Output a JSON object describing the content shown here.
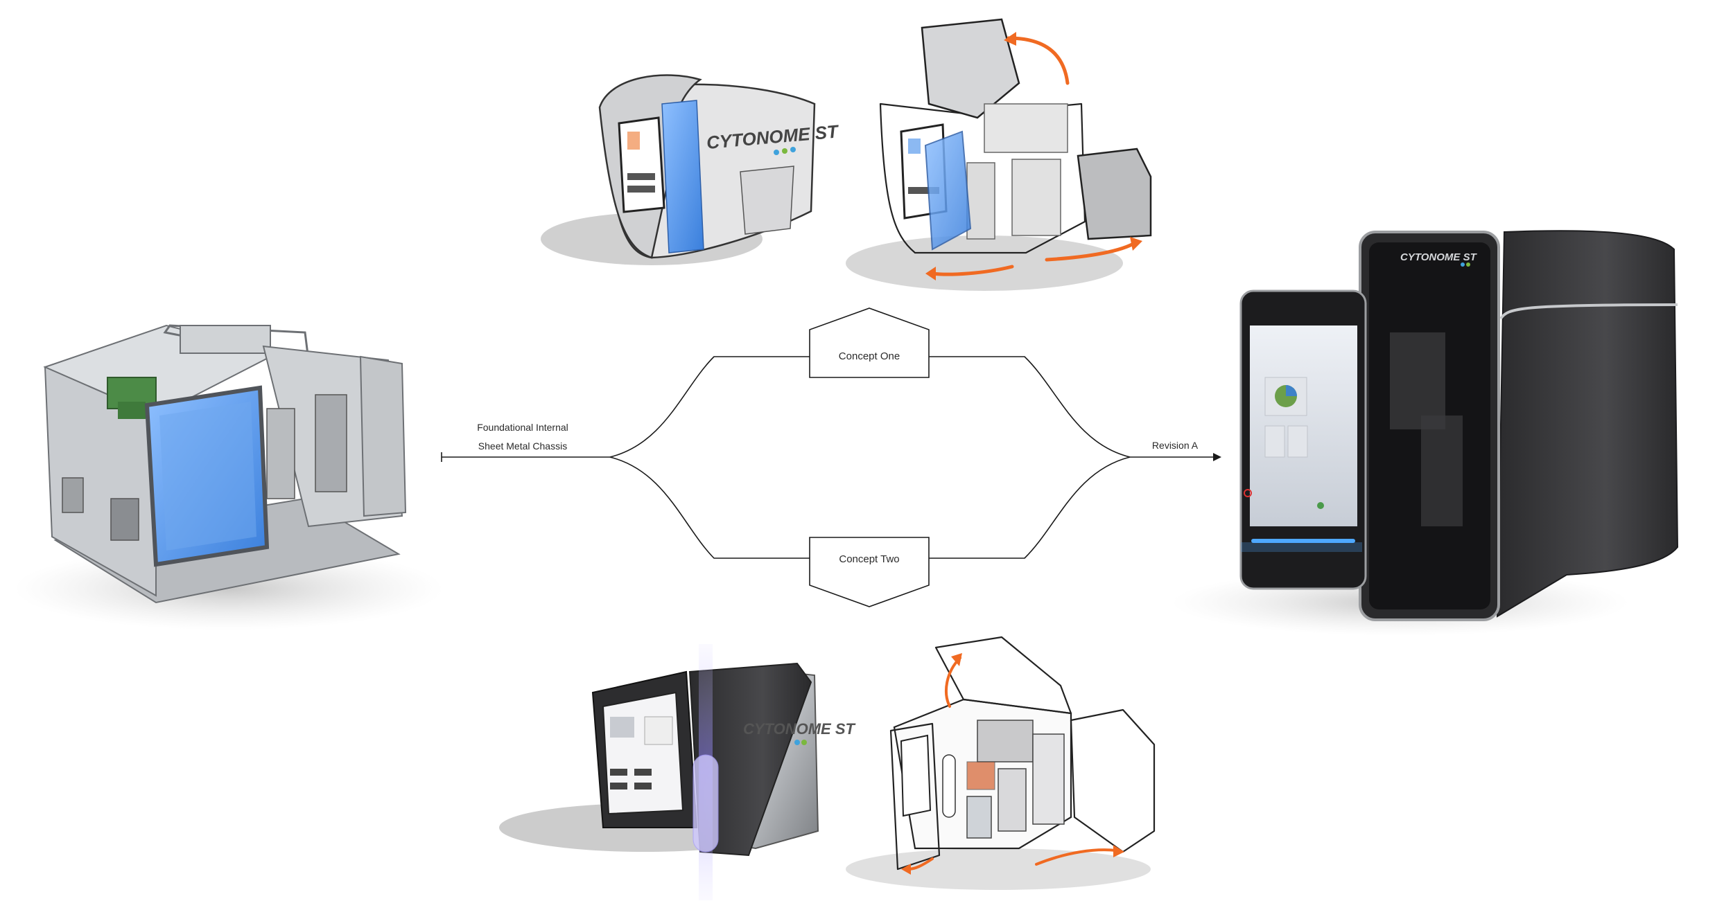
{
  "flow": {
    "origin_label_line1": "Foundational Internal",
    "origin_label_line2": "Sheet Metal Chassis",
    "concept_one": "Concept One",
    "concept_two": "Concept Two",
    "result_label": "Revision A"
  },
  "brand": {
    "logo_text": "CYTONOME ST"
  },
  "colors": {
    "arrow_orange": "#f06a22",
    "panel_blue": "#5b9be8",
    "housing_dark": "#3a3a3c"
  }
}
